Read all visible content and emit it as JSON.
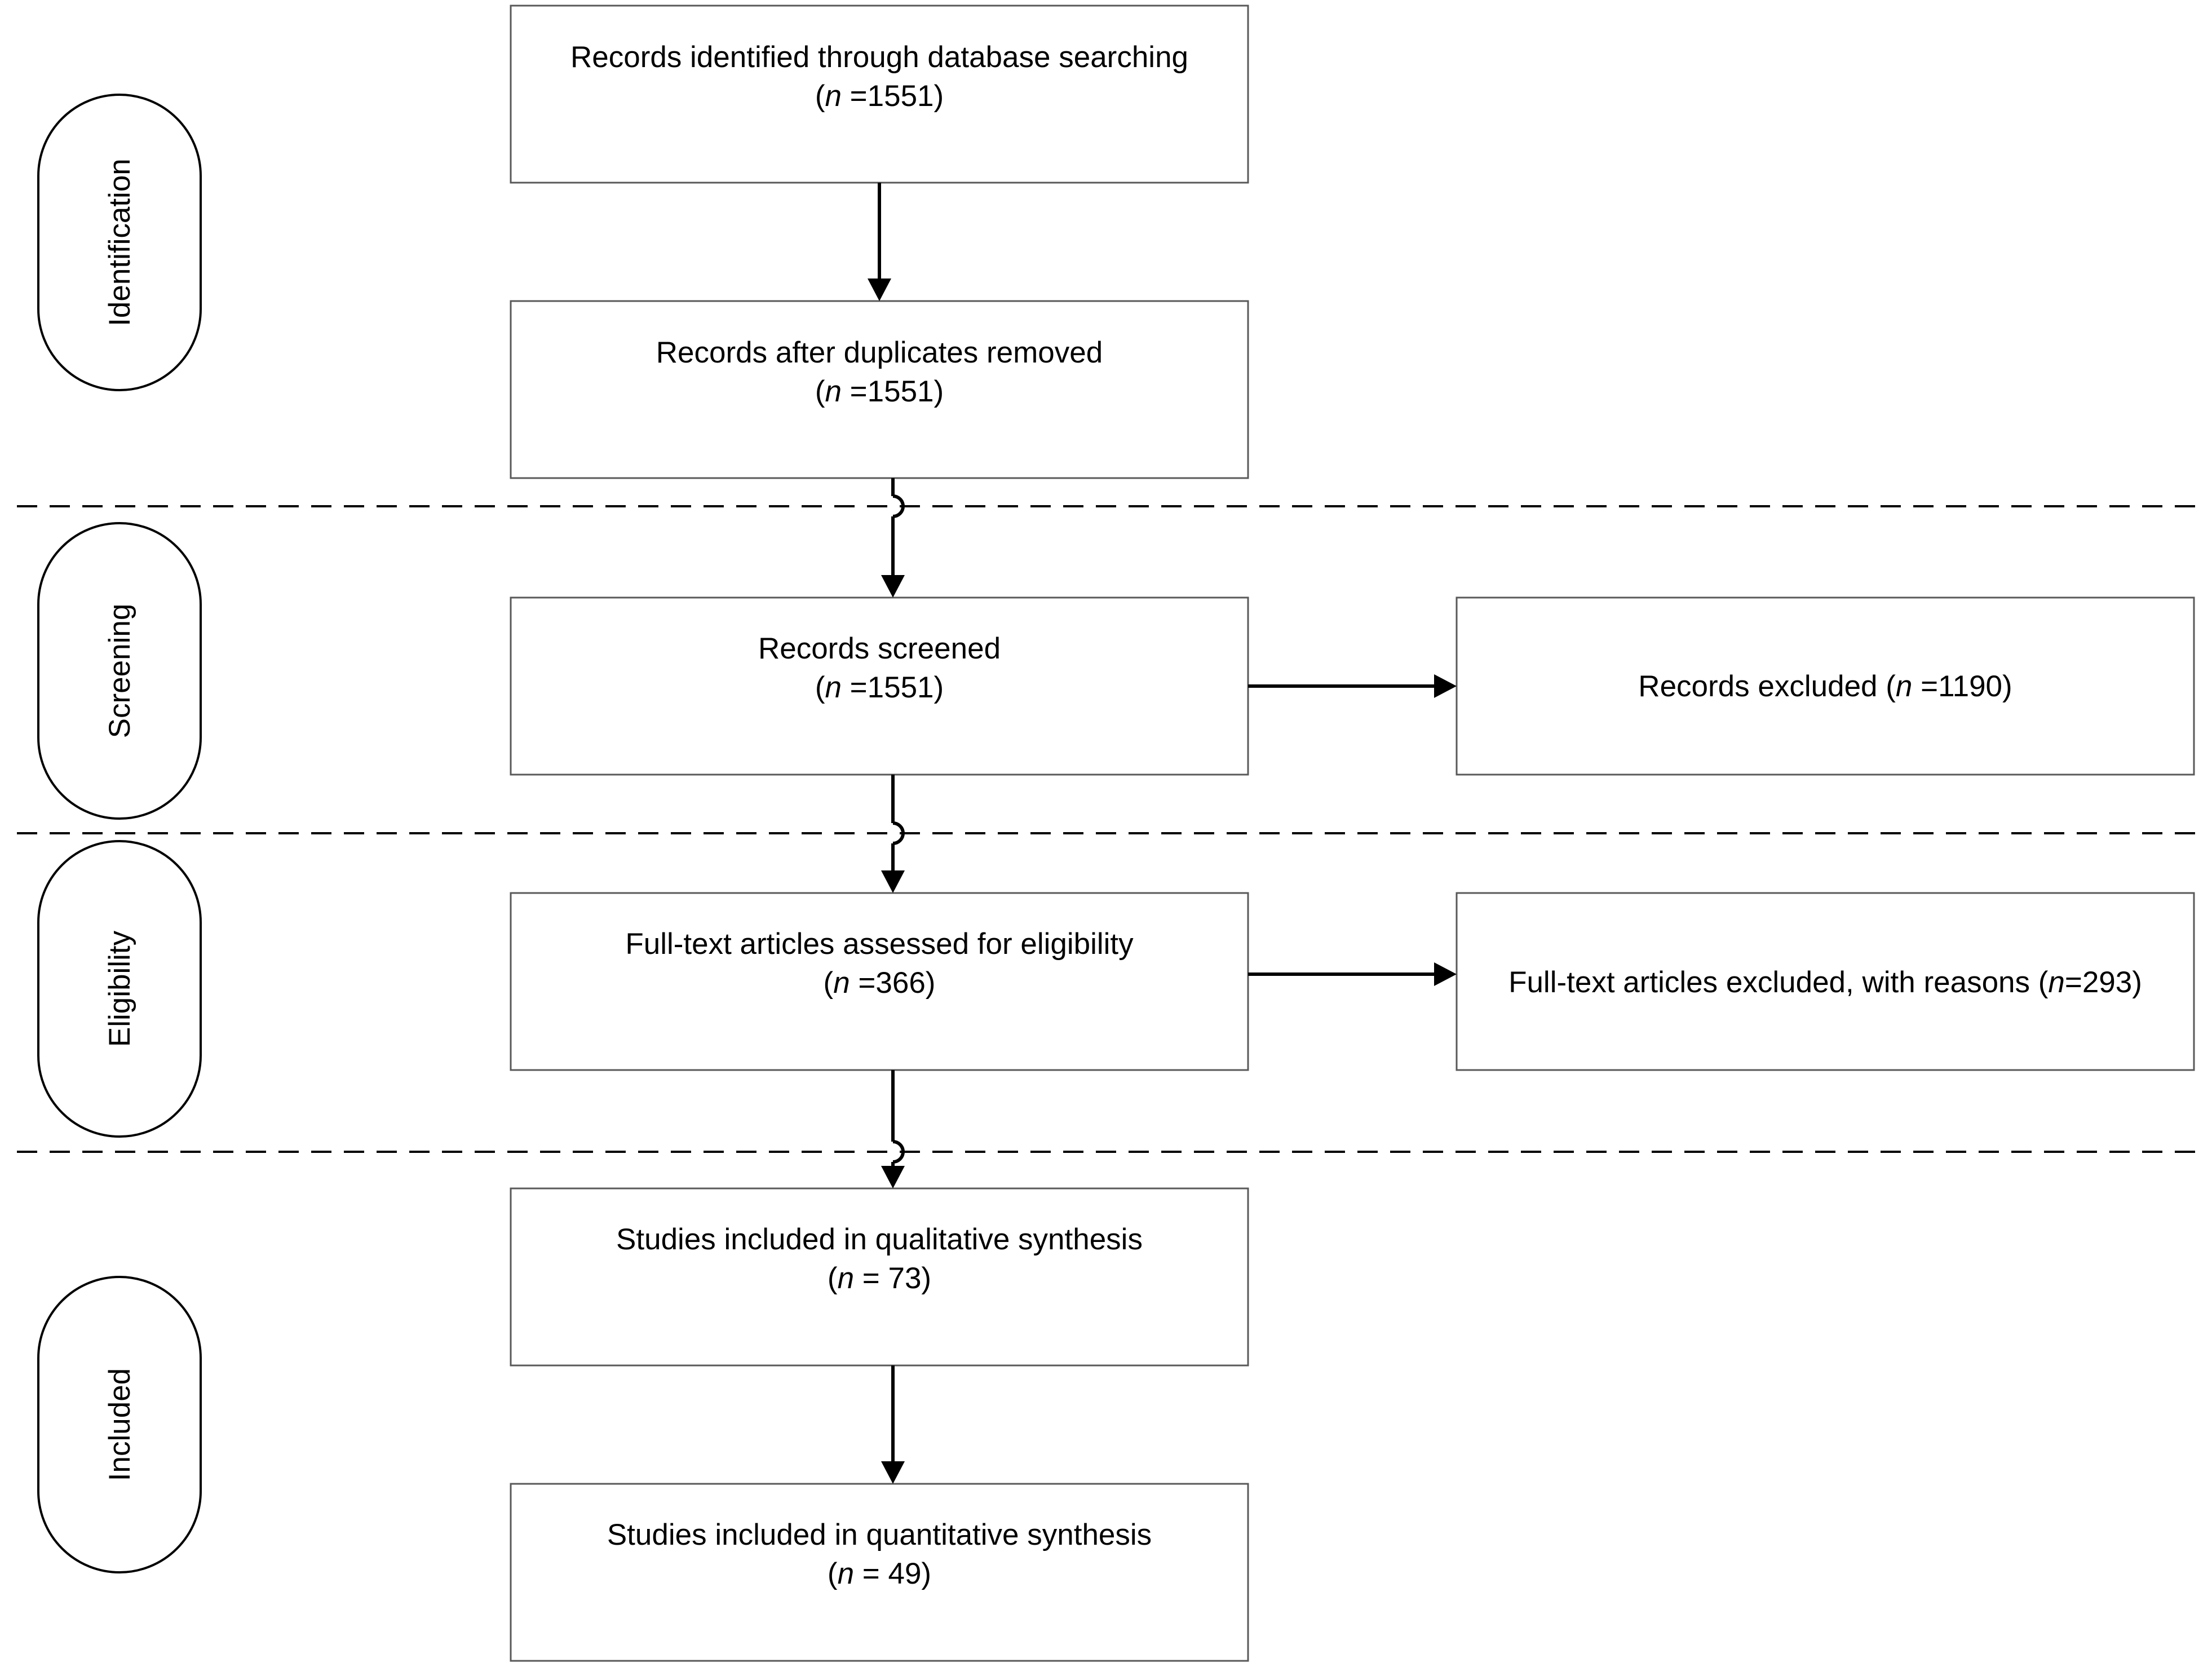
{
  "phases": [
    {
      "label": "Identification"
    },
    {
      "label": "Screening"
    },
    {
      "label": "Eligibility"
    },
    {
      "label": "Included"
    }
  ],
  "boxes": {
    "identified": {
      "line1": "Records identified through database searching",
      "n_prefix": "(",
      "n_var": "n",
      "n_value": " =1551)"
    },
    "deduplicated": {
      "line1": "Records after duplicates removed",
      "n_prefix": "(",
      "n_var": "n",
      "n_value": " =1551)"
    },
    "screened": {
      "line1": "Records screened",
      "n_prefix": "(",
      "n_var": "n",
      "n_value": " =1551)"
    },
    "excluded": {
      "text_prefix": "Records excluded (",
      "n_var": "n",
      "n_value": " =1190)"
    },
    "fulltext": {
      "line1": "Full-text articles assessed for eligibility",
      "n_prefix": "(",
      "n_var": "n",
      "n_value": " =366)"
    },
    "fulltext_excluded": {
      "text_prefix": "Full-text articles excluded, with reasons (",
      "n_var": "n",
      "n_value": "=293)"
    },
    "qualitative": {
      "line1": "Studies included in qualitative synthesis",
      "n_prefix": "(",
      "n_var": "n",
      "n_value": " = 73)"
    },
    "quantitative": {
      "line1": "Studies included in quantitative synthesis",
      "n_prefix": "(",
      "n_var": "n",
      "n_value": " = 49)"
    }
  }
}
